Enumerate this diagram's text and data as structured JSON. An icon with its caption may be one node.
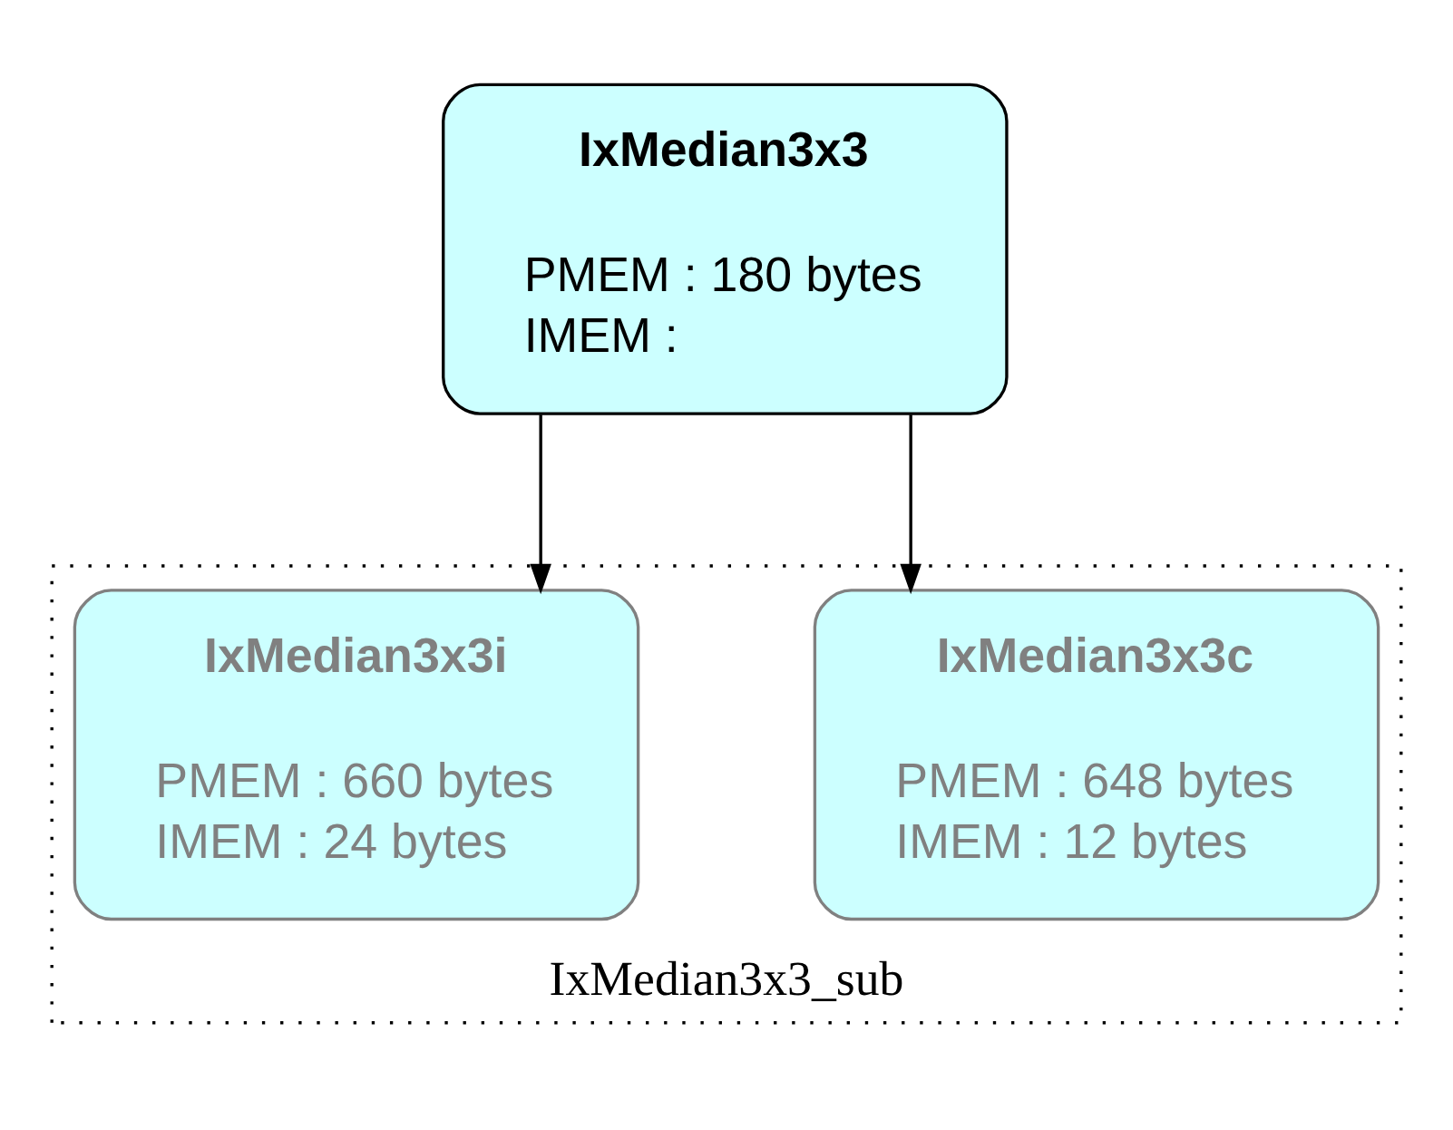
{
  "diagram": {
    "nodes": [
      {
        "text": [
          "IxMedian3x3",
          "PMEM : 180 bytes",
          "IMEM :"
        ]
      },
      {
        "text": [
          "IxMedian3x3_sub"
        ]
      },
      {
        "text": [
          "IxMedian3x3c",
          "PMEM : 648 bytes",
          "IMEM : 12 bytes"
        ],
        "in": 1
      },
      {
        "text": [
          "IxMedian3x3i",
          "PMEM : 660 bytes",
          "IMEM : 24 bytes"
        ],
        "in": 1
      }
    ],
    "edges": [
      {
        "from": 0,
        "to": 2,
        "arrow": "to"
      },
      {
        "from": 0,
        "to": 3,
        "arrow": "to"
      }
    ]
  }
}
